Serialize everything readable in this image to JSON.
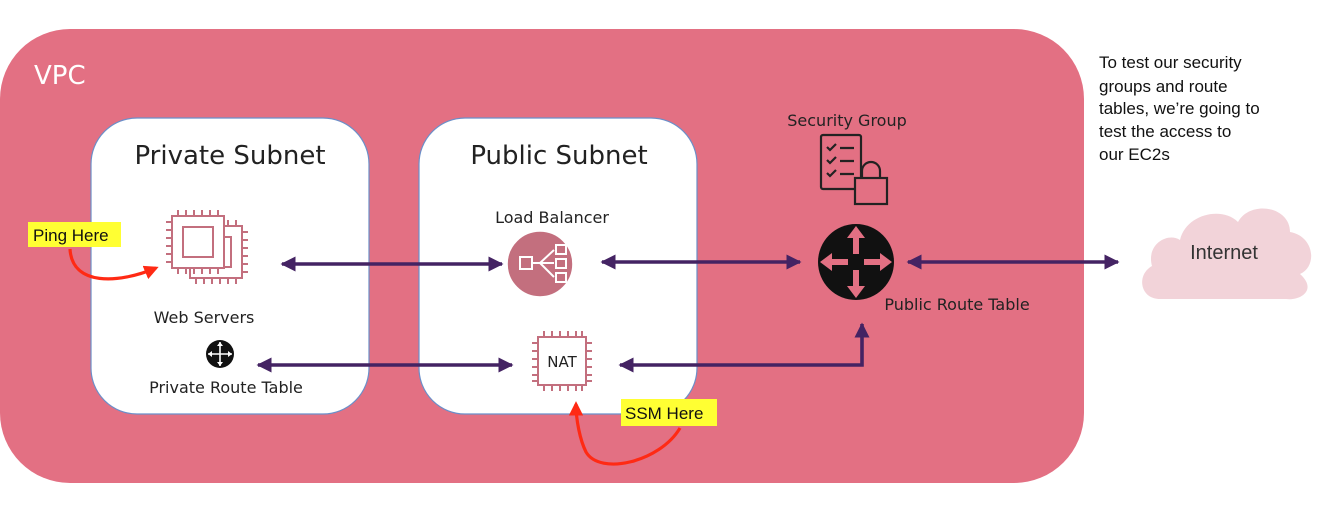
{
  "vpc": {
    "label": "VPC"
  },
  "private_subnet": {
    "title": "Private Subnet",
    "web_servers_label": "Web Servers",
    "route_table_label": "Private Route Table"
  },
  "public_subnet": {
    "title": "Public Subnet",
    "load_balancer_label": "Load Balancer",
    "nat_label": "NAT"
  },
  "security_group": {
    "label": "Security Group"
  },
  "public_route_table": {
    "label": "Public Route Table"
  },
  "internet": {
    "label": "Internet"
  },
  "callouts": {
    "ping": "Ping Here",
    "ssm": "SSM Here"
  },
  "note": {
    "lines": [
      "To test our security",
      "groups and route",
      "tables, we’re going to",
      "test the access to",
      "our EC2s"
    ]
  },
  "colors": {
    "vpc_fill": "#e37083",
    "subnet_fill": "#ffffff",
    "subnet_border": "#6b8fc9",
    "icon_color": "#c36f7e",
    "arrow_color": "#442363",
    "callout_arrow": "#ff2a14",
    "highlight": "#ffff33",
    "cloud_fill": "#f2d3d9",
    "router_fill": "#111111"
  }
}
